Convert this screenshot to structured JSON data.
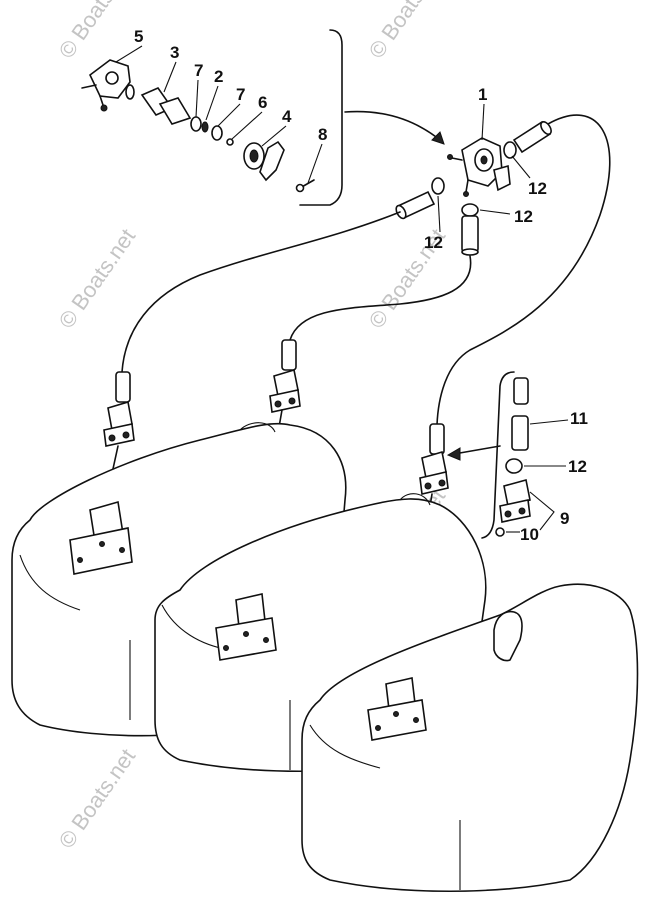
{
  "watermark": "© Boats.net",
  "callouts": {
    "c1": "1",
    "c2": "2",
    "c3": "3",
    "c4": "4",
    "c5": "5",
    "c6": "6",
    "c7a": "7",
    "c7b": "7",
    "c8": "8",
    "c9": "9",
    "c10": "10",
    "c11": "11",
    "c12a": "12",
    "c12b": "12",
    "c12c": "12",
    "c12d": "12"
  }
}
